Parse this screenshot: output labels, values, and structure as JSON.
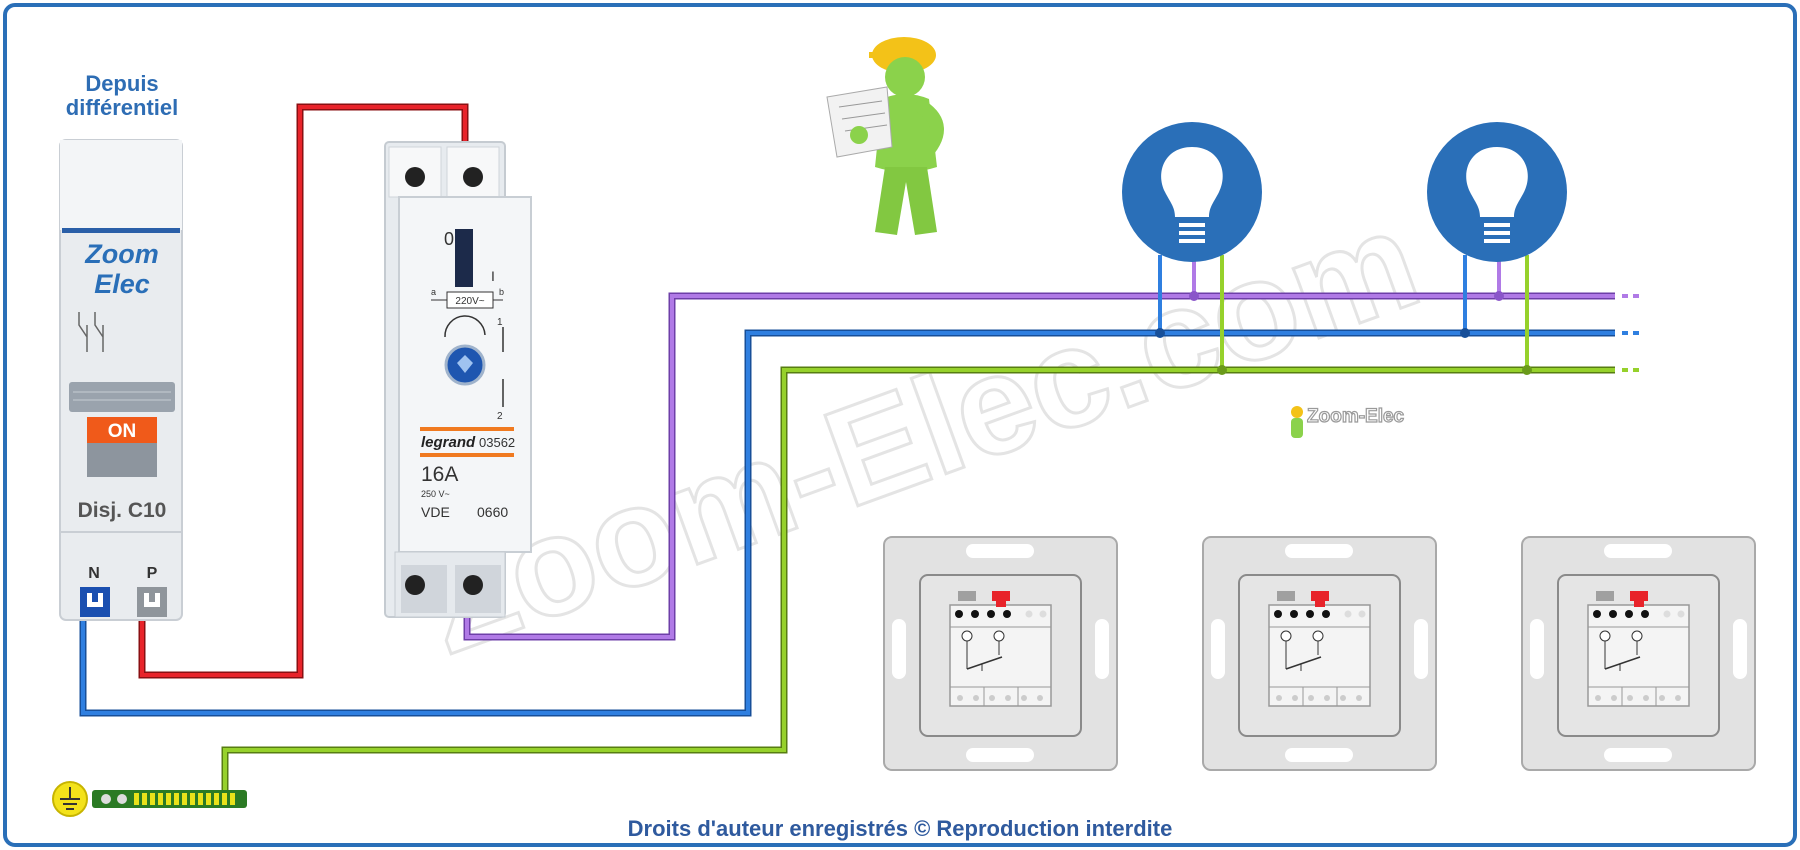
{
  "source_label_line1": "Depuis",
  "source_label_line2": "différentiel",
  "breaker": {
    "brand_line1": "Zoom",
    "brand_line2": "Elec",
    "state": "ON",
    "model": "Disj. C10",
    "terminal_n": "N",
    "terminal_p": "P"
  },
  "relay": {
    "pos_off": "0",
    "pos_on": "I",
    "coil_voltage": "220V~",
    "contact_a": "a",
    "contact_b": "b",
    "contact_1": "1",
    "contact_2": "2",
    "brand": "legrand",
    "reference": "03562",
    "rating": "16A",
    "voltage": "250 V~",
    "cert": "VDE",
    "code": "0660"
  },
  "watermark": "Zoom-Elec.com",
  "logo_text": "Zoom-Elec",
  "footer": "Droits d'auteur enregistrés © Reproduction interdite",
  "colors": {
    "phase": "#e8232a",
    "neutral": "#2f7fe0",
    "earth": "#96d12b",
    "switched": "#b07ae6",
    "frame": "#2a6fb8",
    "bulb": "#2a6fb8"
  }
}
